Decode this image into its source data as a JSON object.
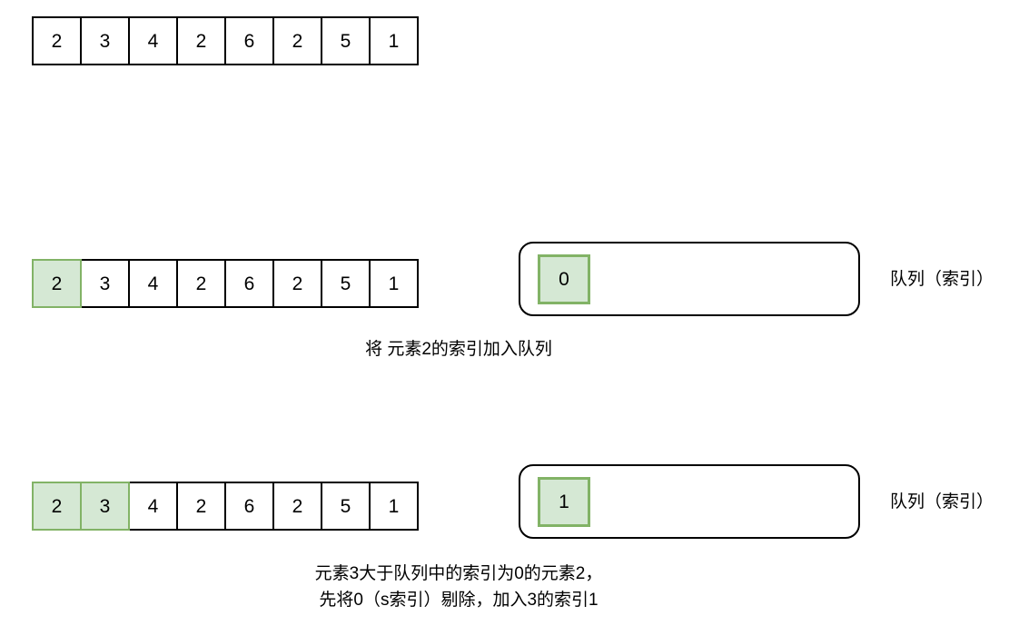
{
  "diagram": {
    "title": "Monotonic queue (sliding window maximum) step illustration",
    "colors": {
      "highlight_fill": "#d5e8d4",
      "highlight_border": "#82b366",
      "cell_border": "#000000",
      "background": "#ffffff"
    },
    "rows": [
      {
        "id": "row-initial",
        "array": {
          "values": [
            "2",
            "3",
            "4",
            "2",
            "6",
            "2",
            "5",
            "1"
          ],
          "highlighted": []
        },
        "queue": null,
        "queue_label": null,
        "caption": null
      },
      {
        "id": "row-step-1",
        "array": {
          "values": [
            "2",
            "3",
            "4",
            "2",
            "6",
            "2",
            "5",
            "1"
          ],
          "highlighted": [
            0
          ]
        },
        "queue": {
          "items": [
            "0"
          ]
        },
        "queue_label": "队列（索引）",
        "caption": "将 元素2的索引加入队列"
      },
      {
        "id": "row-step-2",
        "array": {
          "values": [
            "2",
            "3",
            "4",
            "2",
            "6",
            "2",
            "5",
            "1"
          ],
          "highlighted": [
            0,
            1
          ]
        },
        "queue": {
          "items": [
            "1"
          ]
        },
        "queue_label": "队列（索引）",
        "caption": "元素3大于队列中的索引为0的元素2，\n先将0（s索引）剔除，加入3的索引1"
      }
    ]
  }
}
